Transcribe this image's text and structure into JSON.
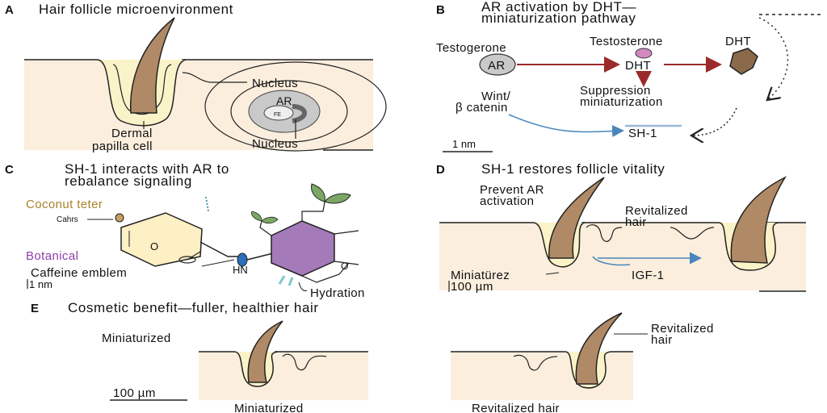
{
  "panelA": {
    "letter": "A",
    "title": "Hair follicle microenvironment",
    "nucleus_label": "Nucleus",
    "ar_label": "AR",
    "inner_label": "FE",
    "dermal_label_1": "Dermal",
    "dermal_label_2": "papilla cell",
    "nucleus_bottom_label": "Nucleus"
  },
  "panelB": {
    "letter": "B",
    "title_1": "AR activation by DHT—",
    "title_2": "miniaturization pathway",
    "testosterone": "Testosterone",
    "dht_top": "DHT",
    "testogerone": "Testogerone",
    "ar": "AR",
    "dht_mid": "DHT",
    "suppression_1": "Suppression",
    "suppression_2": "miniaturization",
    "wint_1": "Wint/",
    "wint_2": "β catenin",
    "sh1": "SH-1",
    "scale": "1 nm"
  },
  "panelC": {
    "letter": "C",
    "title_1": "SH-1 interacts with AR to",
    "title_2": "rebalance signaling",
    "coconut": "Coconut teter",
    "cahrs": "Cahrs",
    "botanical": "Botanical",
    "caffeine": "Caffeine emblem",
    "hn": "HN",
    "hydration": "Hydration",
    "scale": "1 nm",
    "colors": {
      "coconut": "#a9822c",
      "botanical": "#8e3fa6",
      "ring": "#a57ab8"
    }
  },
  "panelD": {
    "letter": "D",
    "title": "SH-1 restores follicle vitality",
    "prevent_1": "Prevent AR",
    "prevent_2": "activation",
    "revital_1": "Revitalized",
    "revital_2": "hair",
    "miniaturez": "Miniatürez",
    "igf": "IGF-1",
    "scale": "100 µm"
  },
  "panelE": {
    "letter": "E",
    "title": "Cosmetic benefit—fuller, healthier hair",
    "miniaturized_top": "Miniaturized",
    "revital_1": "Revitalized",
    "revital_2": "hair",
    "scale": "100 µm",
    "miniaturized_bottom": "Miniaturized",
    "revitalized_bottom": "Revitalized hair"
  },
  "colors": {
    "skin": "#fbeedd",
    "hair": "#b08a66",
    "sheath": "#fbf3c8",
    "arrow_red": "#9b2b2b",
    "arrow_blue": "#4a86bd"
  }
}
